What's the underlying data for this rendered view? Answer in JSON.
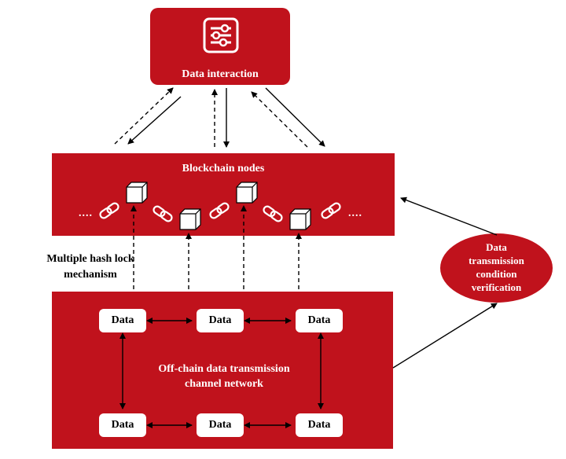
{
  "data_interaction": {
    "title": "Data interaction",
    "icon": "sliders-icon"
  },
  "blockchain": {
    "title": "Blockchain nodes",
    "ellipsis_left": "....",
    "ellipsis_right": "...."
  },
  "hash_lock": {
    "label_line1": "Multiple hash lock",
    "label_line2": "mechanism"
  },
  "verification": {
    "line1": "Data",
    "line2": "transmission",
    "line3": "condition",
    "line4": "verification"
  },
  "offchain": {
    "title_line1": "Off-chain data transmission",
    "title_line2": "channel network",
    "nodes_top": [
      "Data",
      "Data",
      "Data"
    ],
    "nodes_bottom": [
      "Data",
      "Data",
      "Data"
    ]
  },
  "colors": {
    "accent": "#c0121c",
    "foreground": "#ffffff",
    "arrow": "#000000"
  }
}
